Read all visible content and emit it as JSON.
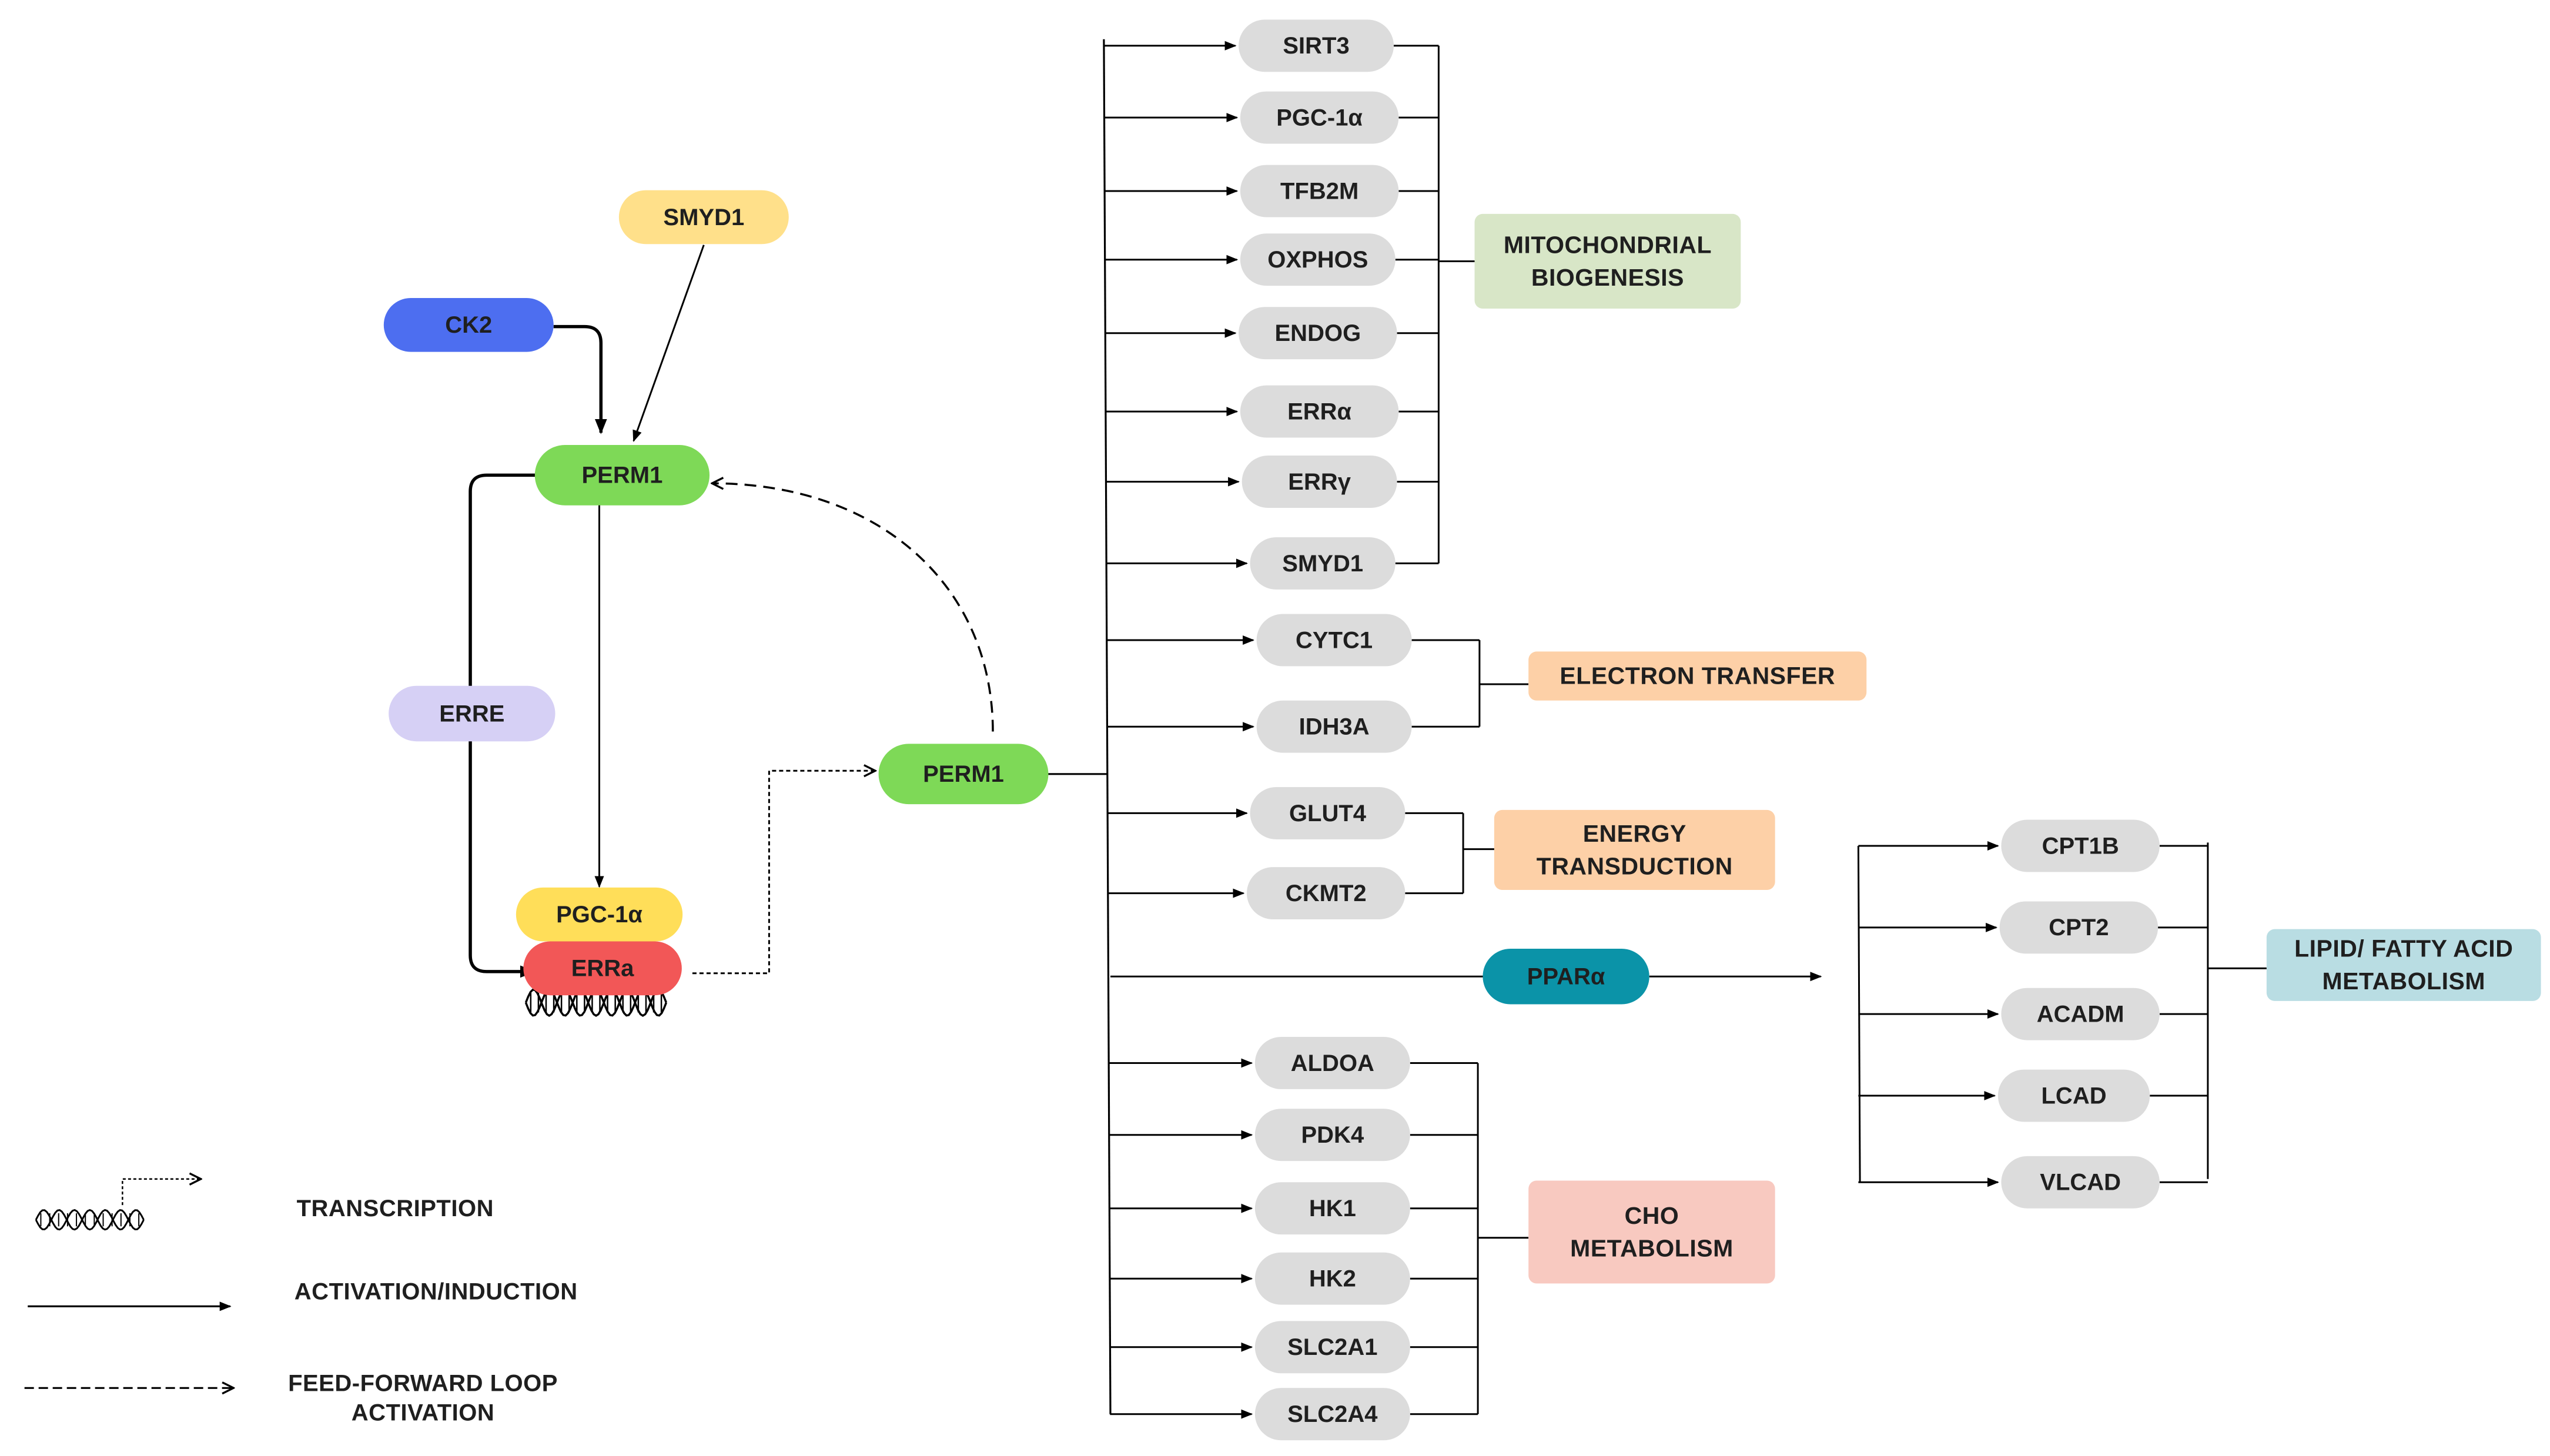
{
  "colors": {
    "gray_node": "#dcdcdc",
    "green_node": "#7ed957",
    "yellow_smyd1": "#ffe08a",
    "ck2_blue": "#4d6ef0",
    "erre_lavender": "#d6d0f5",
    "pgc_yellow": "#ffde59",
    "erra_red": "#f25757",
    "ppara_teal": "#0b93a8",
    "mito_green": "#d8e6c7",
    "orange_box": "#fdd0a7",
    "cho_pink": "#f8c9c0",
    "lipid_blue": "#b9dde3",
    "line": "#000000"
  },
  "left": {
    "smyd1": "SMYD1",
    "ck2": "CK2",
    "perm1_top": "PERM1",
    "erre": "ERRE",
    "pgc1a": "PGC-1α",
    "erra": "ERRa",
    "perm1_center": "PERM1"
  },
  "targets": {
    "mito": [
      "SIRT3",
      "PGC-1α",
      "TFB2M",
      "OXPHOS",
      "ENDOG",
      "ERRα",
      "ERRγ",
      "SMYD1"
    ],
    "electron": [
      "CYTC1",
      "IDH3A"
    ],
    "energy": [
      "GLUT4",
      "CKMT2"
    ],
    "ppara": "PPARα",
    "cho": [
      "ALDOA",
      "PDK4",
      "HK1",
      "HK2",
      "SLC2A1",
      "SLC2A4"
    ],
    "lipid": [
      "CPT1B",
      "CPT2",
      "ACADM",
      "LCAD",
      "VLCAD"
    ]
  },
  "categories": {
    "mito": [
      "MITOCHONDRIAL",
      "BIOGENESIS"
    ],
    "electron": [
      "ELECTRON TRANSFER"
    ],
    "energy": [
      "ENERGY",
      "TRANSDUCTION"
    ],
    "cho": [
      "CHO",
      "METABOLISM"
    ],
    "lipid": [
      "LIPID/ FATTY ACID",
      "METABOLISM"
    ]
  },
  "legend": {
    "transcription": "TRANSCRIPTION",
    "activation": "ACTIVATION/INDUCTION",
    "feedforward": [
      "FEED-FORWARD LOOP",
      "ACTIVATION"
    ]
  }
}
